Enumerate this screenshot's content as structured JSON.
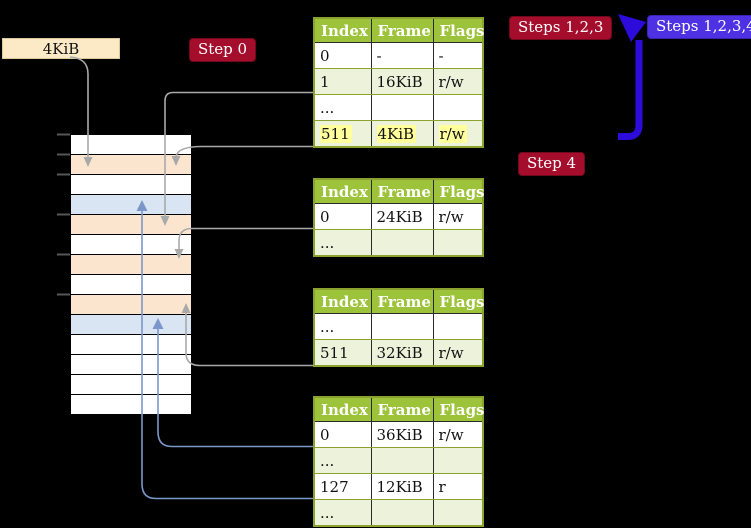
{
  "palette": {
    "bg": "#000000",
    "table_header_bg": "#9dc33b",
    "table_row_alt": "#edf2da",
    "table_border": "#8ba32e",
    "highlight": "#ffff9b",
    "frame_free": "#ffffff",
    "frame_table": "#fce5cf",
    "frame_page": "#d9e5f3",
    "label_red": "#a40e2c",
    "label_blue": "#4d31e2",
    "arrow_blue": "#2c0bdb",
    "line_gray": "#a9a9a9",
    "line_blue": "#7b97c9",
    "tick": "#565656",
    "box_cream": "#fceac7"
  },
  "labels": {
    "page_size_box": "4KiB",
    "step0": "Step 0",
    "steps123": "Steps 1,2,3",
    "steps1234": "Steps 1,2,3,4",
    "step4": "Step 4"
  },
  "tables": [
    {
      "name": "page-table-level-top",
      "headers": [
        "Index",
        "Frame",
        "Flags"
      ],
      "rows": [
        {
          "cells": [
            "0",
            "-",
            "-"
          ],
          "highlight": false
        },
        {
          "cells": [
            "1",
            "16KiB",
            "r/w"
          ],
          "highlight": false
        },
        {
          "cells": [
            "...",
            "",
            ""
          ],
          "highlight": false
        },
        {
          "cells": [
            "511",
            "4KiB",
            "r/w"
          ],
          "highlight": true
        }
      ]
    },
    {
      "name": "page-table-second",
      "headers": [
        "Index",
        "Frame",
        "Flags"
      ],
      "rows": [
        {
          "cells": [
            "0",
            "24KiB",
            "r/w"
          ],
          "highlight": false
        },
        {
          "cells": [
            "...",
            "",
            ""
          ],
          "highlight": false
        }
      ]
    },
    {
      "name": "page-table-third",
      "headers": [
        "Index",
        "Frame",
        "Flags"
      ],
      "rows": [
        {
          "cells": [
            "...",
            "",
            ""
          ],
          "highlight": false
        },
        {
          "cells": [
            "511",
            "32KiB",
            "r/w"
          ],
          "highlight": false
        }
      ]
    },
    {
      "name": "page-table-fourth",
      "headers": [
        "Index",
        "Frame",
        "Flags"
      ],
      "rows": [
        {
          "cells": [
            "0",
            "36KiB",
            "r/w"
          ],
          "highlight": false
        },
        {
          "cells": [
            "...",
            "",
            ""
          ],
          "highlight": false
        },
        {
          "cells": [
            "127",
            "12KiB",
            "r"
          ],
          "highlight": false
        },
        {
          "cells": [
            "...",
            "",
            ""
          ],
          "highlight": false
        }
      ]
    }
  ],
  "memory_strip": {
    "rows": [
      {
        "type": "free"
      },
      {
        "type": "page-table"
      },
      {
        "type": "free"
      },
      {
        "type": "mapped-page"
      },
      {
        "type": "page-table"
      },
      {
        "type": "free"
      },
      {
        "type": "page-table"
      },
      {
        "type": "free"
      },
      {
        "type": "page-table"
      },
      {
        "type": "mapped-page"
      },
      {
        "type": "free"
      },
      {
        "type": "free"
      },
      {
        "type": "free"
      },
      {
        "type": "free"
      }
    ]
  }
}
